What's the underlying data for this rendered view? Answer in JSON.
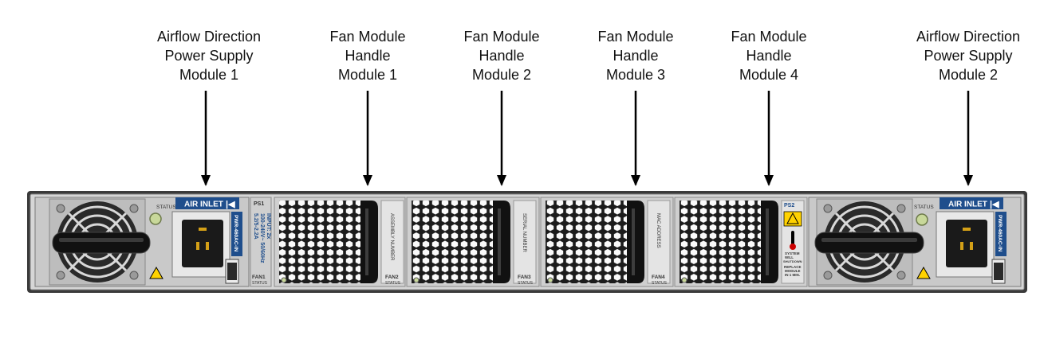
{
  "callouts": {
    "psu1": [
      "Airflow Direction",
      "Power Supply",
      "Module 1"
    ],
    "fan1": [
      "Fan Module",
      "Handle",
      "Module 1"
    ],
    "fan2": [
      "Fan Module",
      "Handle",
      "Module 2"
    ],
    "fan3": [
      "Fan Module",
      "Handle",
      "Module 3"
    ],
    "fan4": [
      "Fan Module",
      "Handle",
      "Module 4"
    ],
    "psu2": [
      "Airflow Direction",
      "Power Supply",
      "Module 2"
    ]
  },
  "labels": {
    "air_inlet": "AIR INLET",
    "status": "STATUS",
    "ps1": "PS1",
    "ps2": "PS2",
    "psu_model": "PWR-460AC-IN",
    "psu_rating_1": "INPUT: 2x",
    "psu_rating_2": "100-240V~ 50/60Hz",
    "psu_rating_3": "5.2/5-2.2A",
    "fan1": "FAN1",
    "fan2": "FAN2",
    "fan3": "FAN3",
    "fan4": "FAN4",
    "fan_status": "STATUS",
    "assembly_number": "ASSEMBLY NUMBER",
    "serial_number": "SERIAL NUMBER",
    "mac_address": "MAC ADDRESS",
    "warn_line1": "SYSTEM",
    "warn_line2": "WILL",
    "warn_line3": "SHUTDOWN",
    "warn_line4": "REPLACE",
    "warn_line5": "MODULE",
    "warn_line6": "IN 1 MIN."
  },
  "colors": {
    "chassis": "#d6d6d6",
    "chassis_edge": "#3a3a3a",
    "label_blue": "#1f4e8c",
    "handle": "#1a1a1a",
    "status_led": "#c8d89a",
    "warning_yellow": "#ffd200"
  },
  "icons": [
    "air-inlet-arrow-icon",
    "warning-icon",
    "thermometer-icon",
    "fan-grill-icon"
  ]
}
